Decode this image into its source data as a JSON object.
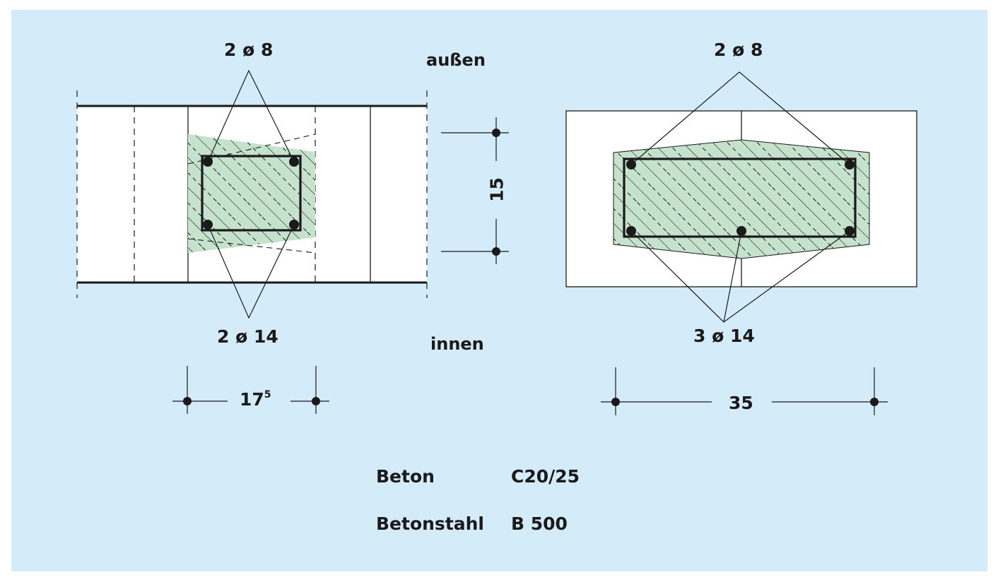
{
  "colors": {
    "background": "#d4ecf9",
    "concrete_fill": "#c5e2cc",
    "line": "#1a1a1a",
    "white": "#ffffff"
  },
  "section_left": {
    "top_bars": "2 ø 8",
    "bottom_bars": "2 ø 14",
    "label_outside": "außen",
    "label_inside": "innen",
    "dimension_height": "15",
    "dimension_width_main": "17",
    "dimension_width_sup": "5"
  },
  "section_right": {
    "top_bars": "2 ø 8",
    "bottom_bars": "3 ø 14",
    "dimension_width": "35"
  },
  "materials": {
    "concrete_label": "Beton",
    "concrete_value": "C20/25",
    "steel_label": "Betonstahl",
    "steel_value": "B 500"
  }
}
